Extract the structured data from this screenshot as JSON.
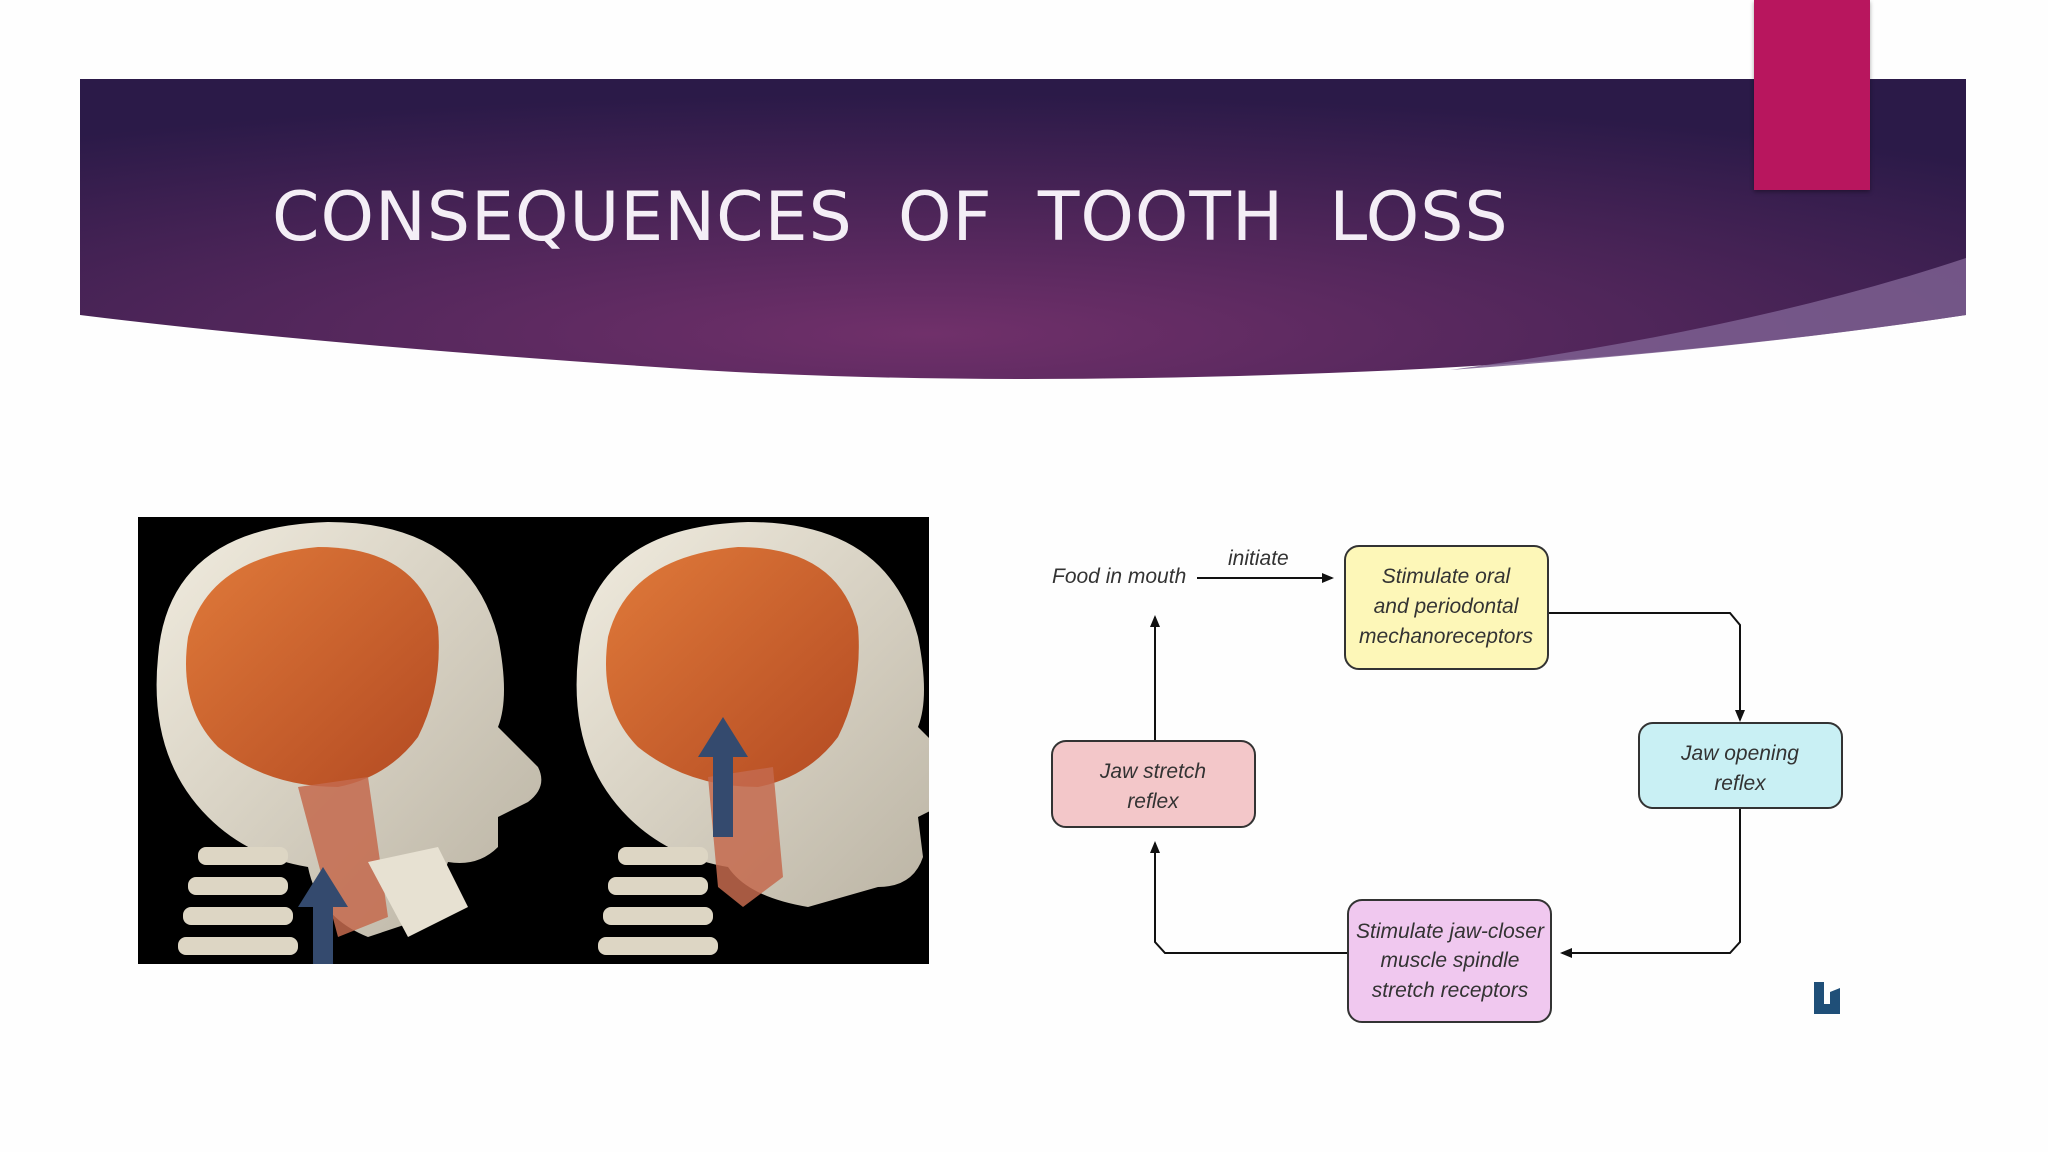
{
  "slide": {
    "title": "CONSEQUENCES  OF  TOOTH  LOSS",
    "colors": {
      "banner_dark": "#2e1a4a",
      "banner_mid": "#6a2d67",
      "accent_tab": "#b8165e",
      "arrow": "#344a6e"
    }
  },
  "figure_left": {
    "description_icon": "skull-muscle-illustration-icon"
  },
  "flow": {
    "food_in_mouth": "Food in mouth",
    "initiate": "initiate",
    "box_stimulate_oral": [
      "Stimulate oral",
      "and periodontal",
      "mechanoreceptors"
    ],
    "box_jaw_opening": [
      "Jaw opening",
      "reflex"
    ],
    "box_jaw_closer": [
      "Stimulate jaw-closer",
      "muscle spindle",
      "stretch receptors"
    ],
    "box_jaw_stretch": [
      "Jaw stretch",
      "reflex"
    ],
    "colors": {
      "stimulate_oral": "#fdf7b8",
      "jaw_opening": "#c9f0f4",
      "jaw_closer": "#f0c8ef",
      "jaw_stretch": "#f3c7c9"
    }
  }
}
